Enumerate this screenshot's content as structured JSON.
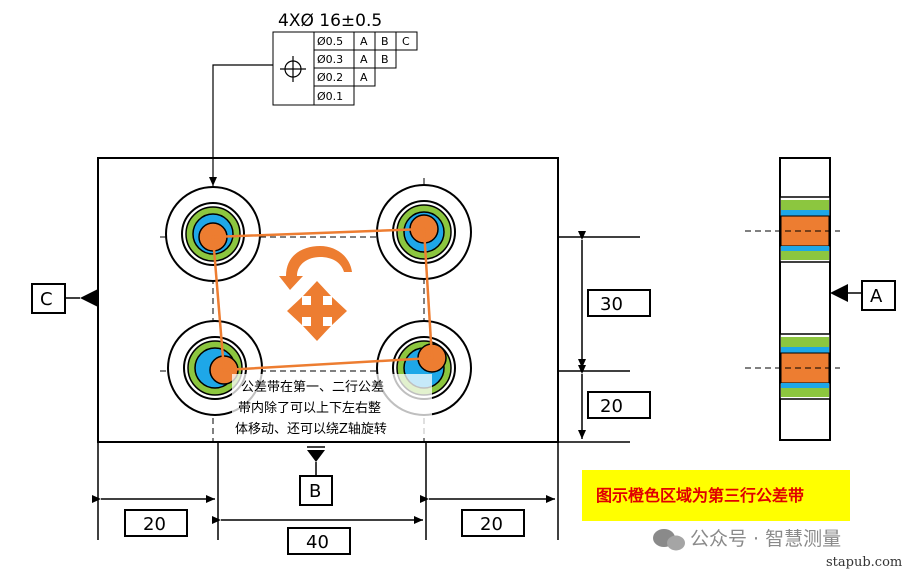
{
  "callout": {
    "title": "4XØ 16±0.5",
    "rows": [
      {
        "tol": "Ø0.5",
        "refs": [
          "A",
          "B",
          "C"
        ]
      },
      {
        "tol": "Ø0.3",
        "refs": [
          "A",
          "B"
        ]
      },
      {
        "tol": "Ø0.2",
        "refs": [
          "A"
        ]
      },
      {
        "tol": "Ø0.1",
        "refs": []
      }
    ]
  },
  "datums": {
    "a": "A",
    "b": "B",
    "c": "C"
  },
  "dimensions": {
    "d30": "30",
    "d20_right": "20",
    "d20_left": "20",
    "d40": "40",
    "d20_bottom_right": "20"
  },
  "note": {
    "line1": "公差带在第一、二行公差",
    "line2": "带内除了可以上下左右整",
    "line3": "体移动、还可以绕Z轴旋转"
  },
  "highlight_text": "图示橙色区域为第三行公差带",
  "watermark": {
    "line1": "公众号 · 智慧测量",
    "line2": "stapub.com"
  },
  "colors": {
    "orange": "#ed7d31",
    "green": "#8cc63f",
    "blue": "#1ea7e8",
    "yellow": "#ffff00",
    "red": "#e00000"
  }
}
